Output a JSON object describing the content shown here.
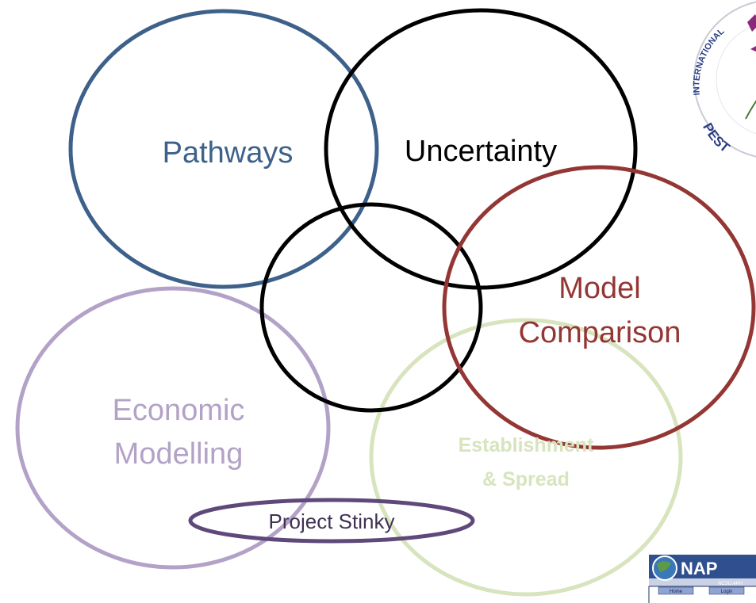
{
  "diagram": {
    "circles": {
      "pathways": {
        "label": "Pathways",
        "color": "#3d618a"
      },
      "uncertainty": {
        "label": "Uncertainty",
        "color": "#000000"
      },
      "center": {
        "label": "",
        "color": "#000000"
      },
      "model_comparison": {
        "label_line1": "Model",
        "label_line2": "Comparison",
        "color": "#943634"
      },
      "economic_modelling": {
        "label_line1": "Economic",
        "label_line2": "Modelling",
        "color": "#b3a2c7"
      },
      "establishment_spread": {
        "label_line1": "Establishment",
        "label_line2": "& Spread",
        "color": "#d7e4bd"
      }
    },
    "project_stinky": {
      "label": "Project Stinky",
      "stroke_color": "#5f497a",
      "text_color": "#403152"
    }
  },
  "logos": {
    "ippc_seal": {
      "text_top": "INTERNATIONAL",
      "text_bottom": "PEST",
      "icon": "seal-logo"
    },
    "napis_banner": {
      "title": "NAP",
      "subtitle": "NCSU APH",
      "nav_home": "Home",
      "nav_login": "Login",
      "icon": "globe-icon"
    }
  }
}
